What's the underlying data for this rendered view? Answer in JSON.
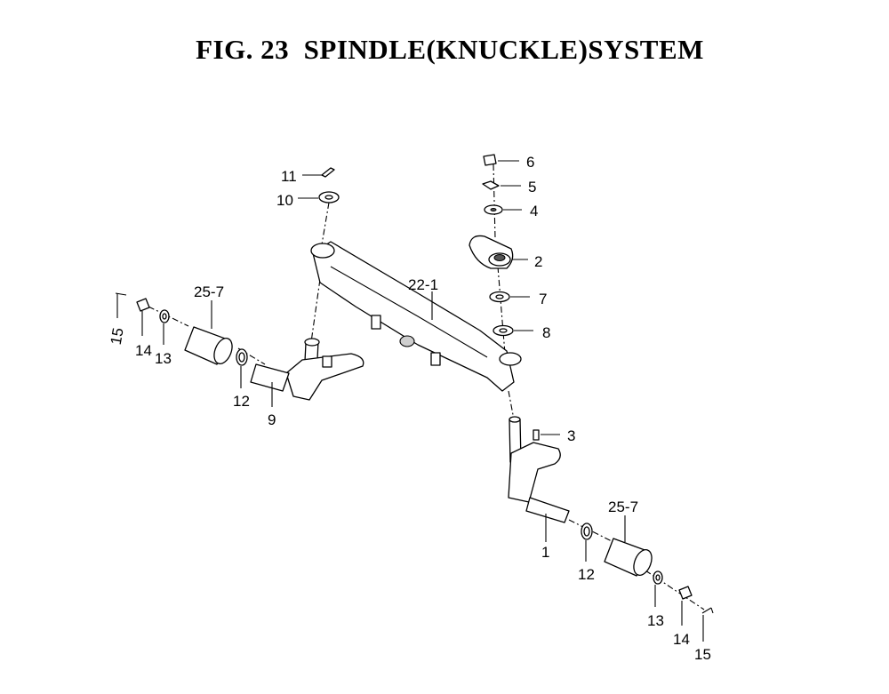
{
  "title": "FIG. 23  SPINDLE(KNUCKLE)SYSTEM",
  "labels": {
    "p1": "1",
    "p2": "2",
    "p3": "3",
    "p4": "4",
    "p5": "5",
    "p6": "6",
    "p7": "7",
    "p8": "8",
    "p9": "9",
    "p10": "10",
    "p11": "11",
    "p12_left": "12",
    "p12_right": "12",
    "p13_left": "13",
    "p13_right": "13",
    "p14_left": "14",
    "p14_right": "14",
    "p15_left": "15",
    "p15_right": "15",
    "p22_1": "22-1",
    "p25_7_left": "25-7",
    "p25_7_right": "25-7"
  }
}
